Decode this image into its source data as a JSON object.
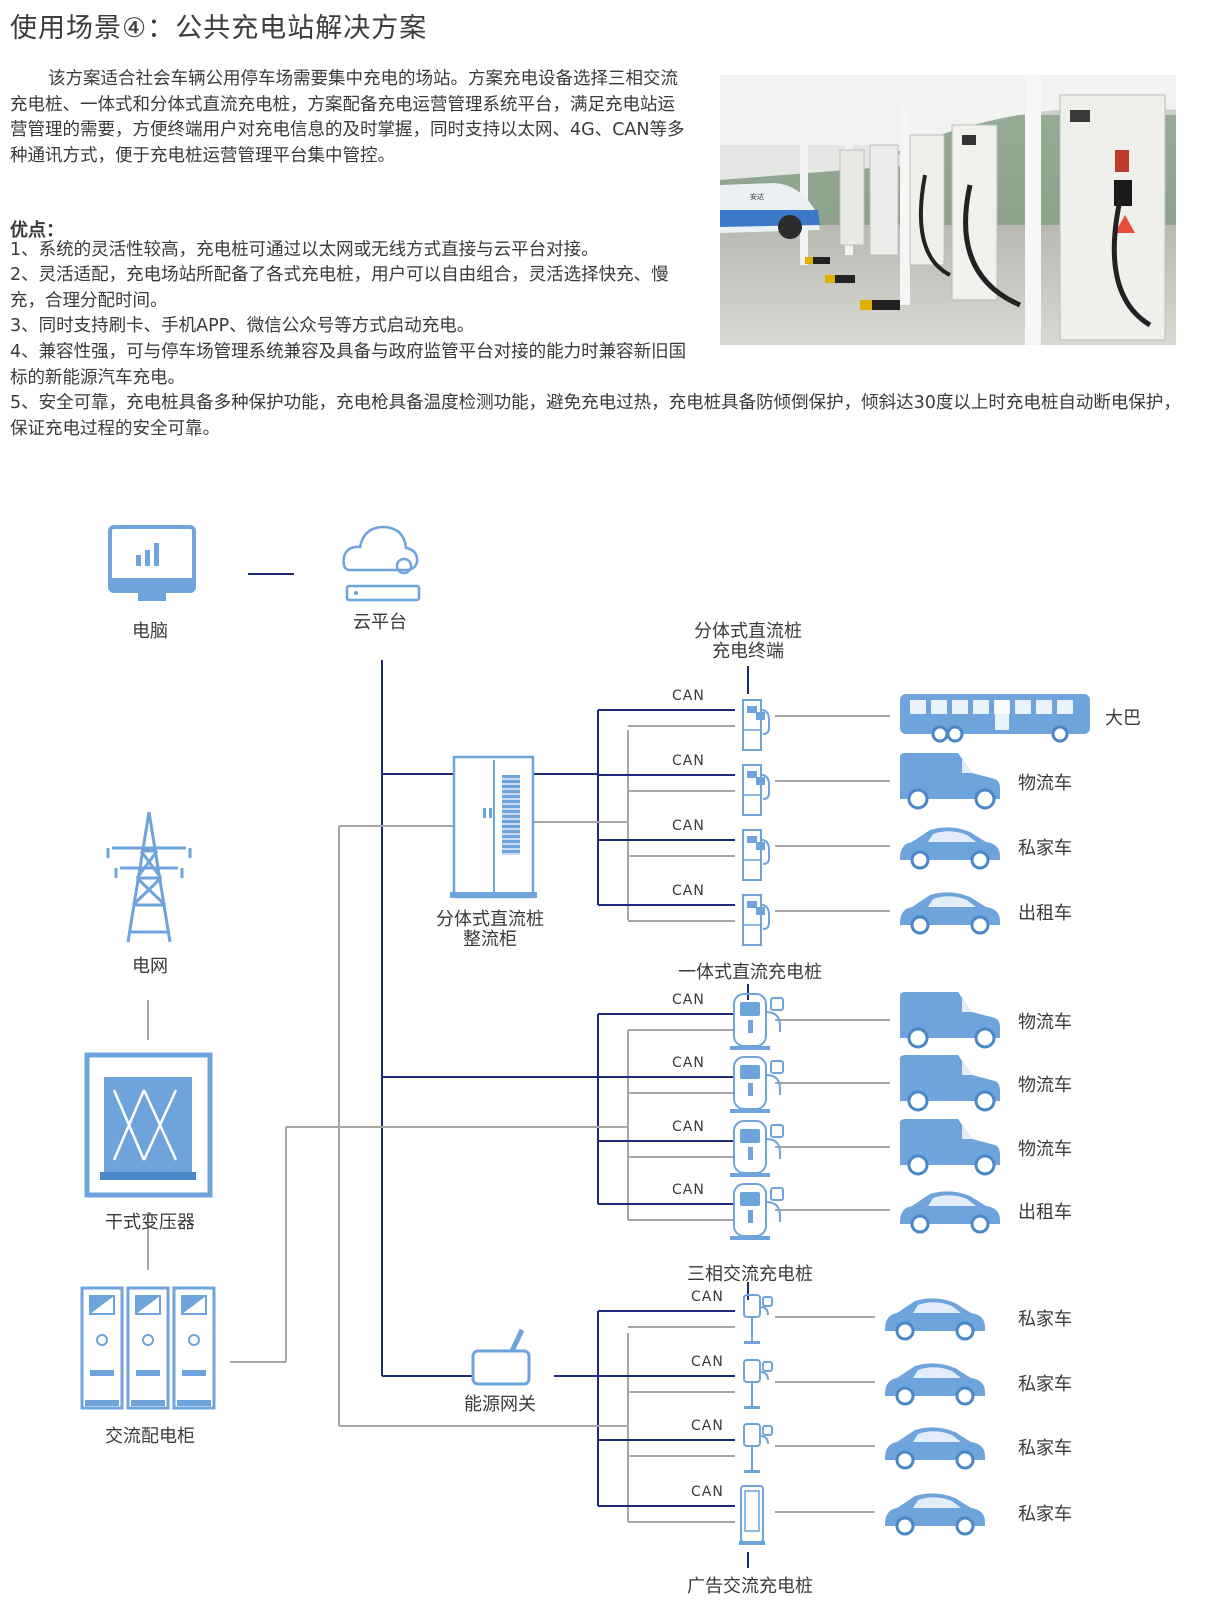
{
  "title": "使用场景④：公共充电站解决方案",
  "intro": "该方案适合社会车辆公用停车场需要集中充电的场站。方案充电设备选择三相交流充电桩、一体式和分体式直流充电桩，方案配备充电运营管理系统平台，满足充电站运营管理的需要，方便终端用户对充电信息的及时掌握，同时支持以太网、4G、CAN等多种通讯方式，便于充电桩运营管理平台集中管控。",
  "advantages": {
    "heading": "优点：",
    "items": [
      "1、系统的灵活性较高，充电桩可通过以太网或无线方式直接与云平台对接。",
      "2、灵活适配，充电场站所配备了各式充电桩，用户可以自由组合，灵活选择快充、慢充，合理分配时间。",
      "3、同时支持刷卡、手机APP、微信公众号等方式启动充电。",
      "4、兼容性强，可与停车场管理系统兼容及具备与政府监管平台对接的能力时兼容新旧国标的新能源汽车充电。",
      "5、安全可靠，充电桩具备多种保护功能，充电枪具备温度检测功能，避免充电过热，充电桩具备防倾倒保护，倾斜达30度以上时充电桩自动断电保护，保证充电过程的安全可靠。"
    ]
  },
  "photo": {
    "station_sign": "安达"
  },
  "diagram": {
    "computer": "电脑",
    "cloud": "云平台",
    "grid": "电网",
    "transformer": "干式变压器",
    "ac_cabinet": "交流配电柜",
    "rectifier": [
      "分体式直流桩",
      "整流柜"
    ],
    "gateway": "能源网关",
    "split_terminal": [
      "分体式直流桩",
      "充电终端"
    ],
    "integrated_dc": "一体式直流充电桩",
    "three_phase_ac": "三相交流充电桩",
    "ad_ac": "广告交流充电桩",
    "can": "CAN",
    "vehicles": {
      "split": [
        "大巴",
        "物流车",
        "私家车",
        "出租车"
      ],
      "integrated": [
        "物流车",
        "物流车",
        "物流车",
        "出租车"
      ],
      "ac": [
        "私家车",
        "私家车",
        "私家车",
        "私家车"
      ]
    }
  },
  "colors": {
    "navy": "#1c2a78",
    "gray": "#a6a6a6",
    "icon_blue": "#6fa3dc",
    "icon_dark": "#4a86c8"
  }
}
